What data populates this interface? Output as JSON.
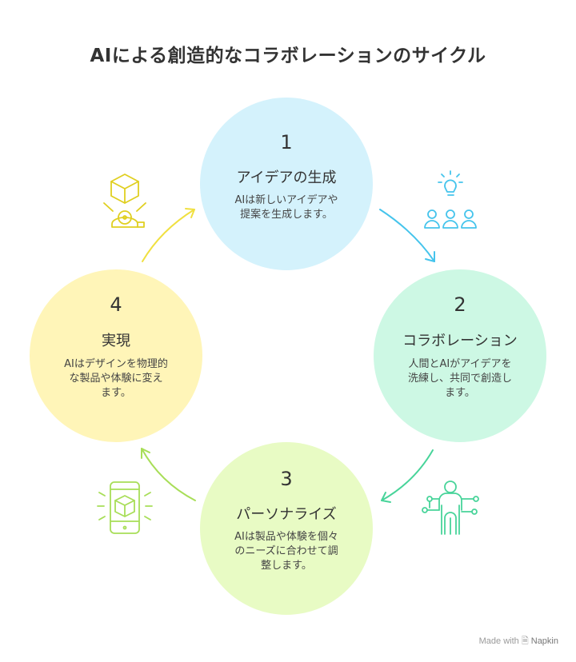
{
  "title": "AIによる創造的なコラボレーションのサイクル",
  "steps": [
    {
      "number": "1",
      "heading": "アイデアの生成",
      "lines": [
        "AIは新しいアイデアや",
        "提案を生成します。"
      ],
      "color": "#d4f2fc"
    },
    {
      "number": "2",
      "heading": "コラボレーション",
      "lines": [
        "人間とAIがアイデアを",
        "洗練し、共同で創造し",
        "ます。"
      ],
      "color": "#cdf8e4"
    },
    {
      "number": "3",
      "heading": "パーソナライズ",
      "lines": [
        "AIは製品や体験を個々",
        "のニーズに合わせて調",
        "整します。"
      ],
      "color": "#e8fbc4"
    },
    {
      "number": "4",
      "heading": "実現",
      "lines": [
        "AIはデザインを物理的",
        "な製品や体験に変え",
        "ます。"
      ],
      "color": "#fff5b8"
    }
  ],
  "arrow_colors": [
    "#45c4ec",
    "#48d49a",
    "#a8de58",
    "#f0e040"
  ],
  "icons": [
    "lightbulb-team-icon",
    "person-network-icon",
    "phone-box-icon",
    "box-hand-icon"
  ],
  "footer": {
    "made_with": "Made with",
    "brand": "Napkin"
  }
}
